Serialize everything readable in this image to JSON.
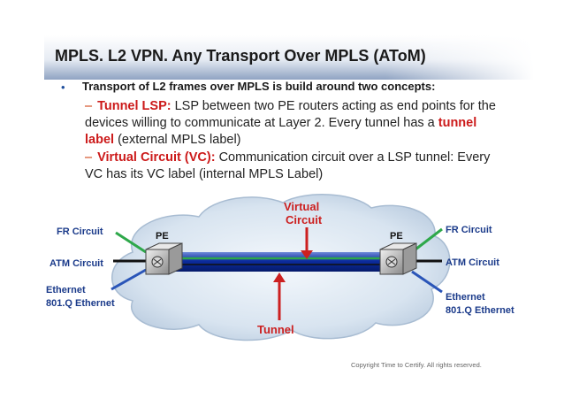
{
  "slide": {
    "title": "MPLS. L2 VPN. Any Transport Over MPLS (AToM)",
    "bullet": "Transport of L2 frames over MPLS is build around two concepts:",
    "sub1": {
      "term": "Tunnel LSP:",
      "text1": " LSP between two PE routers acting as end points for the devices willing to communicate at Layer 2. Every tunnel has a ",
      "term2": "tunnel label",
      "text2": " (external MPLS label)"
    },
    "sub2": {
      "term": "Virtual Circuit (VC):",
      "text": " Communication circuit over a LSP tunnel: Every VC has its VC label (internal MPLS Label)"
    },
    "copyright": "Copyright Time to Certify. All rights reserved."
  },
  "diagram": {
    "left_labels": {
      "fr": "FR Circuit",
      "atm": "ATM Circuit",
      "eth1": "Ethernet",
      "eth2": "801.Q Ethernet"
    },
    "right_labels": {
      "fr": "FR Circuit",
      "atm": "ATM Circuit",
      "eth1": "Ethernet",
      "eth2": "801.Q Ethernet"
    },
    "pe_left": "PE",
    "pe_right": "PE",
    "vc_label1": "Virtual",
    "vc_label2": "Circuit",
    "tunnel_label": "Tunnel"
  },
  "colors": {
    "title_bar": "#7a8fb0",
    "tunnel": "#0a2a9a",
    "green_line": "#2ea84a",
    "red_text": "#cc2020",
    "blue_text": "#1a3a8a"
  }
}
